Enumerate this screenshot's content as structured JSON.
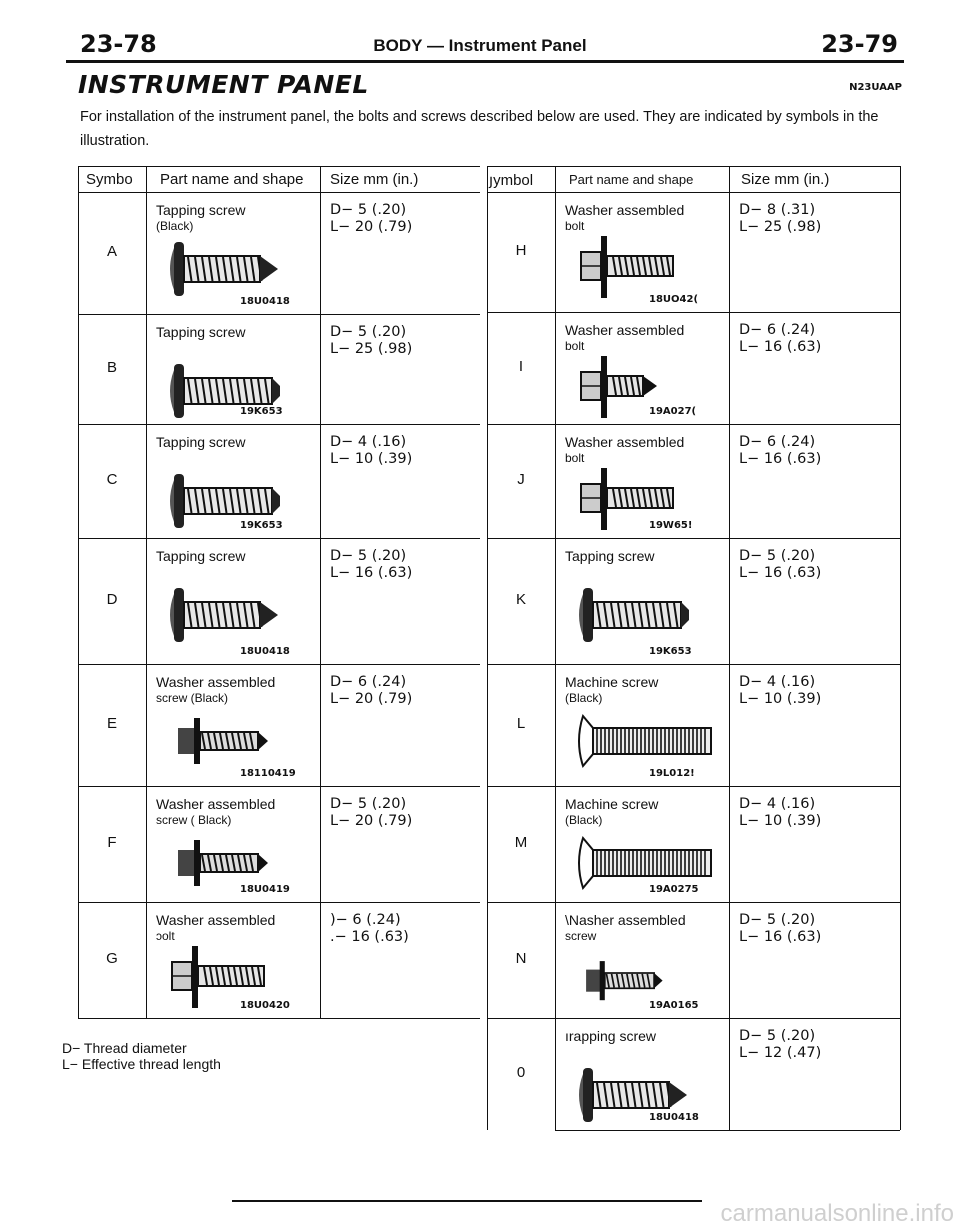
{
  "header": {
    "left_page": "23-78",
    "title": "BODY — Instrument Panel",
    "right_page": "23-79"
  },
  "section": {
    "title": "INSTRUMENT PANEL",
    "code": "N23UAAP"
  },
  "intro": "For installation of the instrument panel, the bolts and screws described below are used. They are indicated by symbols in the illustration.",
  "table_headers": {
    "left": [
      "Symbo",
      "Part name and shapе",
      "Size mm (in.)"
    ],
    "right": [
      "յymbol",
      "Part name and shape",
      "Size mm (in.)"
    ]
  },
  "left_rows": [
    {
      "symbol": "A",
      "part": "Tapping screw",
      "note": "(Black)",
      "d": "D− 5 (.20)",
      "l": "L− 20 (.79)",
      "img": "18U0418",
      "shape": "tapping"
    },
    {
      "symbol": "B",
      "part": "Tapping screw",
      "note": "",
      "d": "D− 5 (.20)",
      "l": "L− 25 (.98)",
      "img": "19K653",
      "shape": "tapping-long"
    },
    {
      "symbol": "C",
      "part": "Tapping screw",
      "note": "",
      "d": "D− 4 (.16)",
      "l": "L− 10 (.39)",
      "img": "19K653",
      "shape": "tapping-long"
    },
    {
      "symbol": "D",
      "part": "Tapping screw",
      "note": "",
      "d": "D− 5 (.20)",
      "l": "L− 16 (.63)",
      "img": "18U0418",
      "shape": "tapping"
    },
    {
      "symbol": "E",
      "part": "Washer assembled",
      "note": "screw (Black)",
      "d": "D− 6 (.24)",
      "l": "L− 20 (.79)",
      "img": "18110419",
      "shape": "washer-screw"
    },
    {
      "symbol": "F",
      "part": "Washer assembled",
      "note": "screw ( Black)",
      "d": "D− 5 (.20)",
      "l": "L− 20 (.79)",
      "img": "18U0419",
      "shape": "washer-screw"
    },
    {
      "symbol": "G",
      "part": "Washer assembled",
      "note": "ɔolt",
      "d": ")− 6 (.24)",
      "l": ".− 16 (.63)",
      "img": "18U0420",
      "shape": "washer-bolt"
    }
  ],
  "right_rows": [
    {
      "symbol": "H",
      "part": "Washer assembled",
      "note": "bolt",
      "d": "D− 8 (.31)",
      "l": "L− 25 (.98)",
      "img": "18UO42(",
      "shape": "washer-bolt"
    },
    {
      "symbol": "I",
      "part": "Washer assembled",
      "note": "bolt",
      "d": "D− 6 (.24)",
      "l": "L− 16 (.63)",
      "img": "19A027(",
      "shape": "washer-bolt-short"
    },
    {
      "symbol": "J",
      "part": "Washer assembled",
      "note": "bolt",
      "d": "D− 6 (.24)",
      "l": "L− 16 (.63)",
      "img": "19W65!",
      "shape": "washer-bolt"
    },
    {
      "symbol": "K",
      "part": "Tapping screw",
      "note": "",
      "d": "D− 5 (.20)",
      "l": "L− 16 (.63)",
      "img": "19K653",
      "shape": "tapping-long"
    },
    {
      "symbol": "L",
      "part": "Machine screw",
      "note": "(Black)",
      "d": "D− 4 (.16)",
      "l": "L− 10 (.39)",
      "img": "19L012!",
      "shape": "machine"
    },
    {
      "symbol": "M",
      "part": "Machine screw",
      "note": "(Black)",
      "d": "D− 4 (.16)",
      "l": "L− 10 (.39)",
      "img": "19A0275",
      "shape": "machine"
    },
    {
      "symbol": "N",
      "part": "\\Nasher assembled",
      "note": "screw",
      "d": "D− 5 (.20)",
      "l": "L− 16 (.63)",
      "img": "19A0165",
      "shape": "washer-screw-small"
    },
    {
      "symbol": "0",
      "part": "ırapping screw",
      "note": "",
      "d": "D− 5 (.20)",
      "l": "L− 12 (.47)",
      "img": "18U0418",
      "shape": "tapping"
    }
  ],
  "legend": {
    "d": "D− Thread diameter",
    "l": "L− Effective thread length"
  },
  "watermark": "carmanualsonline.info"
}
